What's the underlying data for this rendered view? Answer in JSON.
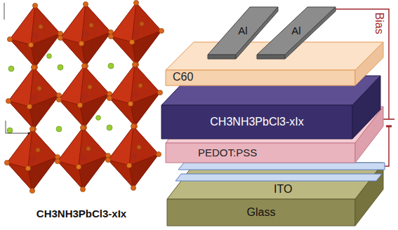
{
  "diagram": {
    "nodes": [
      {
        "text": [
          "Al"
        ]
      },
      {
        "text": [
          "Al"
        ]
      },
      {
        "text": [
          "C60"
        ]
      },
      {
        "text": [
          "CH3NH3PbCl3-xIx"
        ]
      },
      {
        "text": [
          "PEDOT:PSS"
        ]
      },
      {
        "text": [
          "ITO"
        ]
      },
      {
        "text": [
          "Glass"
        ]
      }
    ],
    "edges": [
      {
        "from": 1,
        "to": 5,
        "arrow": "none",
        "label": "Bias"
      }
    ],
    "labels": [
      "CH3NH3PbCl3-xIx"
    ]
  }
}
